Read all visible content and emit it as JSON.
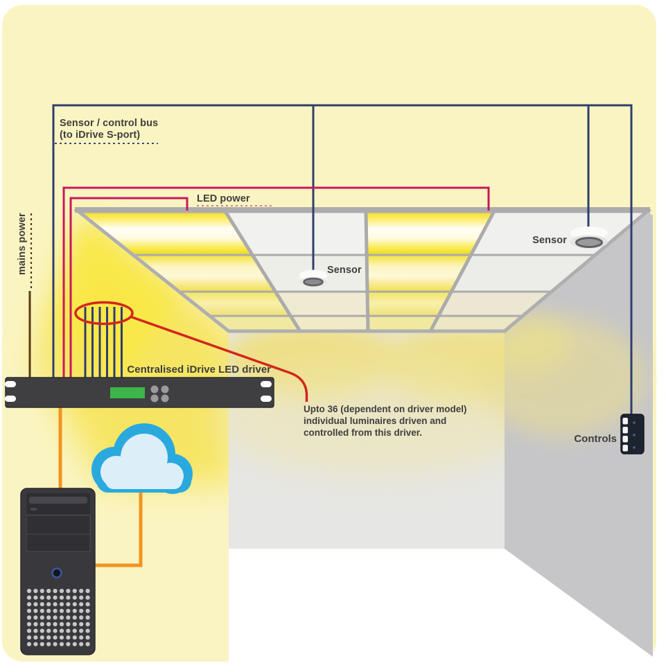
{
  "labels": {
    "bus_line1": "Sensor / control bus",
    "bus_line2": "(to iDrive S-port)",
    "led_power": "LED power",
    "mains_power": "mains power",
    "driver": "Centralised iDrive LED driver",
    "sensor_middle": "Sensor",
    "sensor_right": "Sensor",
    "controls": "Controls",
    "note_line1": "Upto 36 (dependent on driver model)",
    "note_line2": "individual luminaires driven and",
    "note_line3": "controlled from this driver."
  },
  "colors": {
    "background": "#FAF4C2",
    "bus_wire": "#2F3E6E",
    "led_power_wire": "#C9175C",
    "mains_wire": "#573A15",
    "network_wire": "#F0951F",
    "annotation_red": "#D3261B",
    "note_red": "#D8453E",
    "led_yellow": "#FFE93B",
    "cloud_blue": "#2AA9DE",
    "display_green": "#3CB54B",
    "back_wall": "#E6E6E4",
    "right_wall": "#C6C6C8"
  }
}
